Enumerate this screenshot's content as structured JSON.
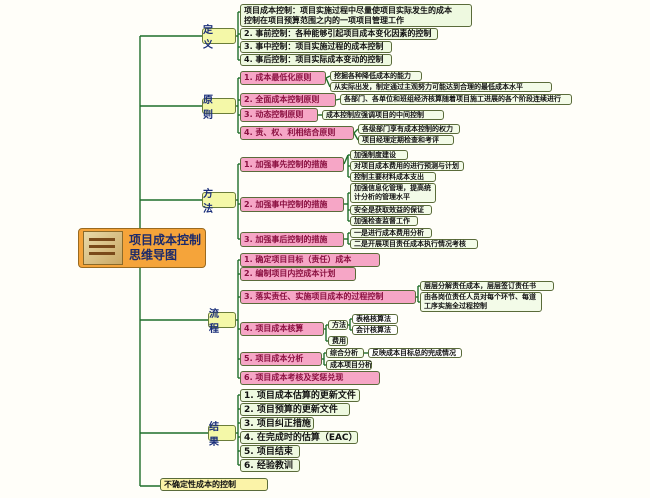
{
  "root": {
    "line1": "项目成本控制",
    "line2": "思维导图"
  },
  "definition": {
    "label": "定 义",
    "items": [
      {
        "line1": "项目成本控制：项目实施过程中尽量使项目实际发生的成本",
        "line2": "控制在项目预算范围之内的一项项目管理工作"
      },
      {
        "text": "2. 事前控制：各种能够引起项目成本变化因素的控制"
      },
      {
        "text": "3. 事中控制：项目实施过程的成本控制"
      },
      {
        "text": "4. 事后控制：项目实际成本变动的控制"
      }
    ]
  },
  "principles": {
    "label": "原 则",
    "items": [
      {
        "text": "1. 成本最低化原则",
        "notes": [
          "挖掘各种降低成本的能力",
          "从实际出发，制定通过主观努力可能达到合理的最低成本水平"
        ]
      },
      {
        "text": "2. 全面成本控制原则",
        "notes": [
          "各部门、各单位和班组经济核算随着项目施工进展的各个阶段连续进行"
        ]
      },
      {
        "text": "3. 动态控制原则",
        "notes": [
          "成本控制应强调项目的中间控制"
        ]
      },
      {
        "text": "4. 责、权、利相结合原则",
        "notes": [
          "各级部门享有成本控制的权力",
          "项目经理定期检查和考评"
        ]
      }
    ]
  },
  "methods": {
    "label": "方 法",
    "items": [
      {
        "text": "1. 加强事先控制的措施",
        "notes": [
          "加强制度建设",
          "对项目成本费用的进行预测与计划",
          "控制主要材料成本支出"
        ]
      },
      {
        "text": "2. 加强事中控制的措施",
        "notes": [
          "加强信息化管理，提高统计分析的管理水平",
          "安全是获取效益的保证",
          "加强检查监督工作"
        ]
      },
      {
        "text": "3. 加强事后控制的措施",
        "notes": [
          "一是进行成本费用分析",
          "二是开展项目责任成本执行情况考核"
        ]
      }
    ]
  },
  "process": {
    "label": "流 程",
    "items": [
      {
        "text": "1. 确定项目目标（责任）成本"
      },
      {
        "text": "2. 编制项目内控成本计划"
      },
      {
        "text": "3. 落实责任、实施项目成本的过程控制",
        "notes": [
          "层层分解责任成本，层层签订责任书",
          "由各岗位责任人员对每个环节、每道工序实施全过程控制"
        ]
      },
      {
        "text": "4. 项目成本核算",
        "notes": [
          "方法",
          "费用"
        ],
        "sub": [
          "表格核算法",
          "会计核算法"
        ]
      },
      {
        "text": "5. 项目成本分析",
        "notes": [
          "综合分析",
          "成本项目分析"
        ],
        "sub": [
          "反映成本目标总的完成情况"
        ]
      },
      {
        "text": "6. 项目成本考核及奖惩兑现"
      }
    ]
  },
  "results": {
    "label": "结 果",
    "items": [
      "1. 项目成本估算的更新文件",
      "2. 项目预算的更新文件",
      "3. 项目纠正措施",
      "4. 在完成时的估算（EAC）",
      "5. 项目结束",
      "6. 经验教训"
    ]
  },
  "uncertain": {
    "text": "不确定性成本的控制"
  },
  "colors": {
    "line": "#1e6e2a",
    "root_bg": "#f5a43a",
    "pink": "#f6a6c6",
    "yellow": "#fbf3a8",
    "category": "#f4f8a8"
  }
}
